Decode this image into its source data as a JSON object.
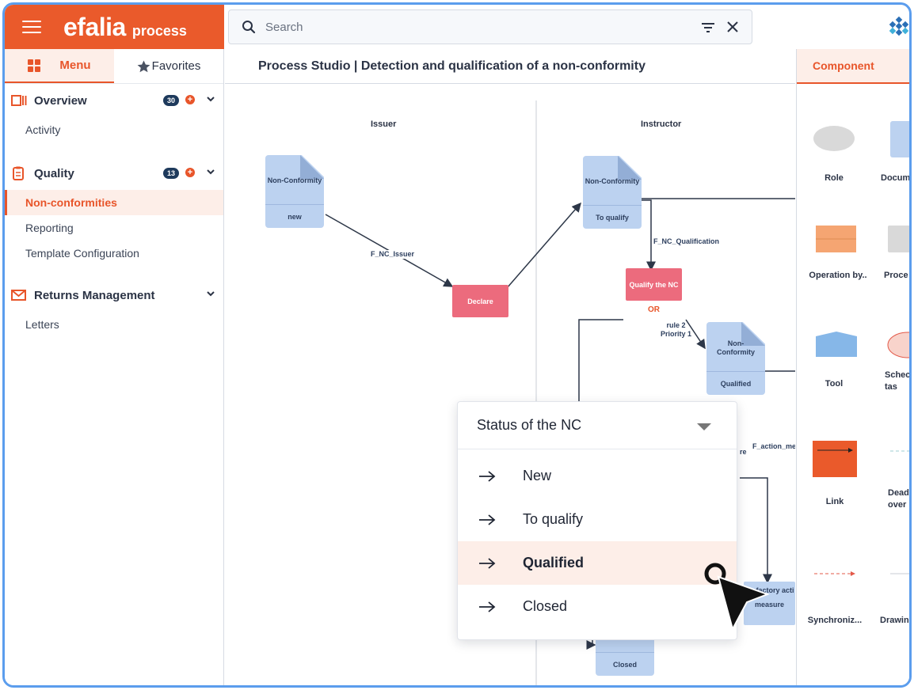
{
  "app": {
    "logo_main": "efalia",
    "logo_sub": "process"
  },
  "search": {
    "placeholder": "Search"
  },
  "sidebar": {
    "tabs": [
      {
        "label": "Menu"
      },
      {
        "label": "Favorites"
      }
    ],
    "groups": [
      {
        "label": "Overview",
        "count": "30",
        "items": [
          {
            "label": "Activity"
          }
        ]
      },
      {
        "label": "Quality",
        "count": "13",
        "items": [
          {
            "label": "Non-conformities"
          },
          {
            "label": "Reporting"
          },
          {
            "label": "Template Configuration"
          }
        ]
      },
      {
        "label": "Returns Management",
        "items": [
          {
            "label": "Letters"
          }
        ]
      }
    ]
  },
  "canvas": {
    "title": "Process Studio | Detection and qualification of a non-conformity",
    "lanes": [
      {
        "label": "Issuer"
      },
      {
        "label": "Instructor"
      }
    ],
    "docs": [
      {
        "top": "Non-Conformity",
        "bottom": "new"
      },
      {
        "top": "Non-Conformity",
        "bottom": "To qualify"
      },
      {
        "top": "Non-\nConformity",
        "bottom": "Qualified"
      },
      {
        "bottom": "Closed"
      }
    ],
    "operations": [
      {
        "label": "Declare"
      },
      {
        "label": "Qualify the NC"
      }
    ],
    "edge_labels": [
      {
        "label": "F_NC_Issuer"
      },
      {
        "label": "F_NC_Qualification"
      },
      {
        "label": "rule 2\nPriority 1"
      },
      {
        "label": "F_action_me"
      },
      {
        "label": "re"
      }
    ],
    "or_label": "OR",
    "action_box": {
      "line1": "…sfactory acti",
      "line2": "measure"
    }
  },
  "dropdown": {
    "title": "Status of the NC",
    "options": [
      {
        "label": "New"
      },
      {
        "label": "To qualify"
      },
      {
        "label": "Qualified",
        "selected": true
      },
      {
        "label": "Closed"
      }
    ]
  },
  "components": {
    "tab": "Component",
    "items": [
      {
        "label": "Role"
      },
      {
        "label": "Docum"
      },
      {
        "label": "Operation by.."
      },
      {
        "label": "Proce"
      },
      {
        "label": "Tool"
      },
      {
        "label": "Schec\ntas"
      },
      {
        "label": "Link"
      },
      {
        "label": "Dead\nover"
      },
      {
        "label": "Synchroniz..."
      },
      {
        "label": "Drawin"
      }
    ]
  },
  "colors": {
    "brand": "#ea5a2b",
    "selected_bg": "#fdeee8",
    "doc": "#bcd2f0",
    "operation": "#ec6b7d",
    "frame": "#5b9ded"
  }
}
